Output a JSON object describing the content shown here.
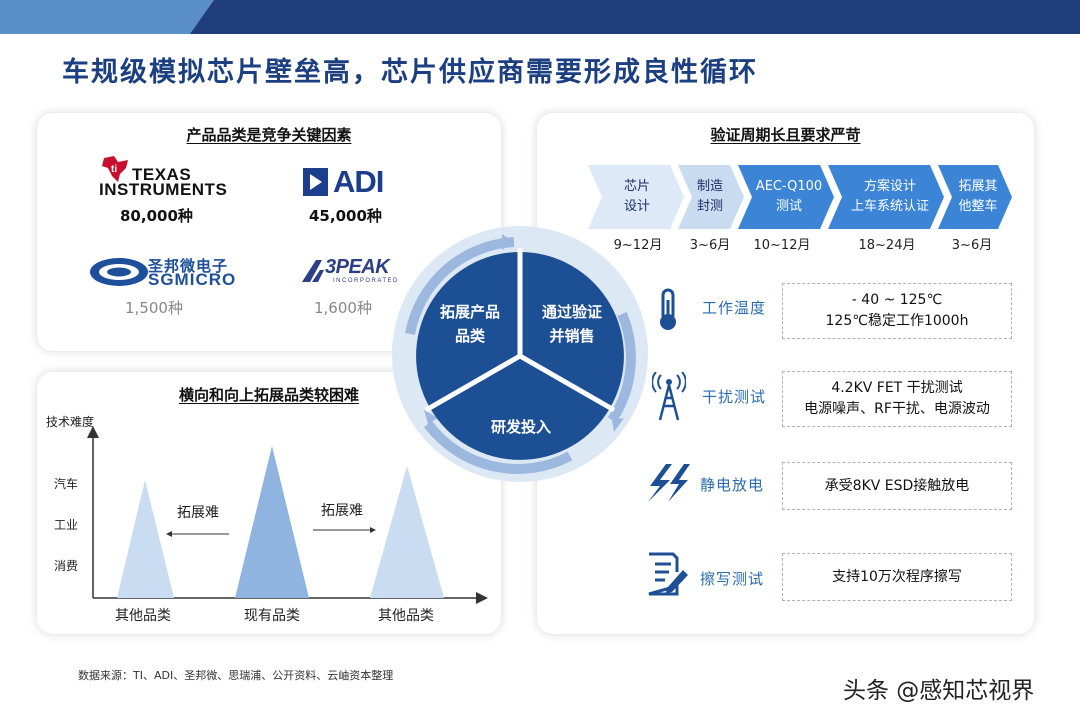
{
  "title": "车规级模拟芯片壁垒高，芯片供应商需要形成良性循环",
  "left_top": {
    "title": "产品品类是竞争关键因素",
    "companies": [
      {
        "logo_line1": "TEXAS",
        "logo_line2": "INSTRUMENTS",
        "count": "80,000种"
      },
      {
        "logo": "ADI",
        "count": "45,000种"
      },
      {
        "logo_line1": "圣邦微电子",
        "logo_line2": "SGMICRO",
        "count": "1,500种"
      },
      {
        "logo": "3PEAK",
        "logo_sub": "INCORPORATED",
        "count": "1,600种"
      }
    ]
  },
  "left_bottom": {
    "title": "横向和向上拓展品类较困难",
    "y_axis_label": "技术难度",
    "y_levels": [
      "汽车",
      "工业",
      "消费"
    ],
    "categories": [
      "其他品类",
      "现有品类",
      "其他品类"
    ],
    "arrow_left": "拓展难",
    "arrow_right": "拓展难"
  },
  "cycle": {
    "left": [
      "拓展产品",
      "品类"
    ],
    "right": [
      "通过验证",
      "并销售"
    ],
    "bottom": "研发投入"
  },
  "right": {
    "title": "验证周期长且要求严苛",
    "flow": [
      {
        "line1": "芯片",
        "line2": "设计",
        "duration": "9~12月"
      },
      {
        "line1": "制造",
        "line2": "封测",
        "duration": "3~6月"
      },
      {
        "line1": "AEC-Q100",
        "line2": "测试",
        "duration": "10~12月"
      },
      {
        "line1": "方案设计",
        "line2": "上车系统认证",
        "duration": "18~24月"
      },
      {
        "line1": "拓展其",
        "line2": "他整车",
        "duration": "3~6月"
      }
    ],
    "tests": [
      {
        "icon": "thermometer-icon",
        "label": "工作温度",
        "line1": "- 40 ~ 125℃",
        "line2": "125℃稳定工作1000h"
      },
      {
        "icon": "antenna-tower-icon",
        "label": "干扰测试",
        "line1": "4.2KV FET 干扰测试",
        "line2": "电源噪声、RF干扰、电源波动"
      },
      {
        "icon": "lightning-icon",
        "label": "静电放电",
        "line1": "承受8KV ESD接触放电",
        "line2": ""
      },
      {
        "icon": "document-edit-icon",
        "label": "擦写测试",
        "line1": "支持10万次程序擦写",
        "line2": ""
      }
    ]
  },
  "source": "数据来源：TI、ADI、圣邦微、思瑞浦、公开资料、云岫资本整理",
  "watermark": "头条 @感知芯视界",
  "colors": {
    "dark_blue": "#1c4f94",
    "light_blue": "#c5d9f1",
    "accent": "#2b6cb0"
  }
}
